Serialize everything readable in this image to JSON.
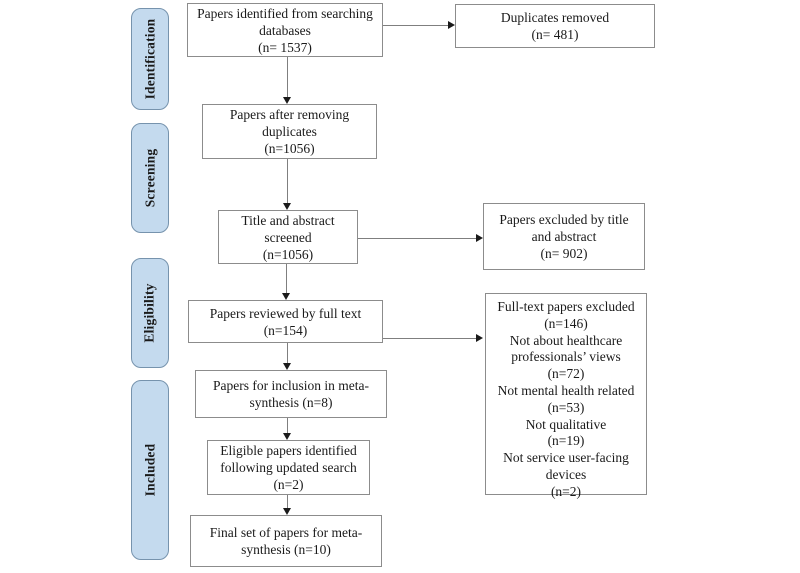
{
  "diagram": {
    "type": "prisma-flow-diagram",
    "stages": [
      {
        "label": "Identification"
      },
      {
        "label": "Screening"
      },
      {
        "label": "Eligibility"
      },
      {
        "label": "Included"
      }
    ],
    "flow_boxes": [
      {
        "id": "identified",
        "text": "Papers identified from searching\ndatabases\n(n= 1537)"
      },
      {
        "id": "after_duplicates",
        "text": "Papers after removing\nduplicates\n(n=1056)"
      },
      {
        "id": "title_abstract",
        "text": "Title and abstract\nscreened\n(n=1056)"
      },
      {
        "id": "full_text",
        "text": "Papers reviewed by full text\n(n=154)"
      },
      {
        "id": "meta_synthesis",
        "text": "Papers for inclusion in meta-\nsynthesis (n=8)"
      },
      {
        "id": "updated_search",
        "text": "Eligible papers identified\nfollowing updated search\n(n=2)"
      },
      {
        "id": "final_set",
        "text": "Final set of papers for meta-\nsynthesis (n=10)"
      }
    ],
    "exclusion_boxes": [
      {
        "id": "duplicates_removed",
        "text": "Duplicates removed\n(n= 481)"
      },
      {
        "id": "excluded_title",
        "text": "Papers excluded by title\nand abstract\n(n= 902)"
      },
      {
        "id": "excluded_fulltext",
        "text": "Full-text papers excluded\n(n=146)\nNot about healthcare\nprofessionals’ views\n(n=72)\nNot mental health related\n(n=53)\nNot qualitative\n(n=19)\nNot service user-facing\ndevices\n(n=2)"
      }
    ],
    "colors": {
      "stage_fill": "#c4daee",
      "stage_border": "#7693ad",
      "box_border": "#8c8c8c",
      "arrow_line": "#7f7f7f",
      "arrow_head": "#1a1a1a"
    }
  }
}
